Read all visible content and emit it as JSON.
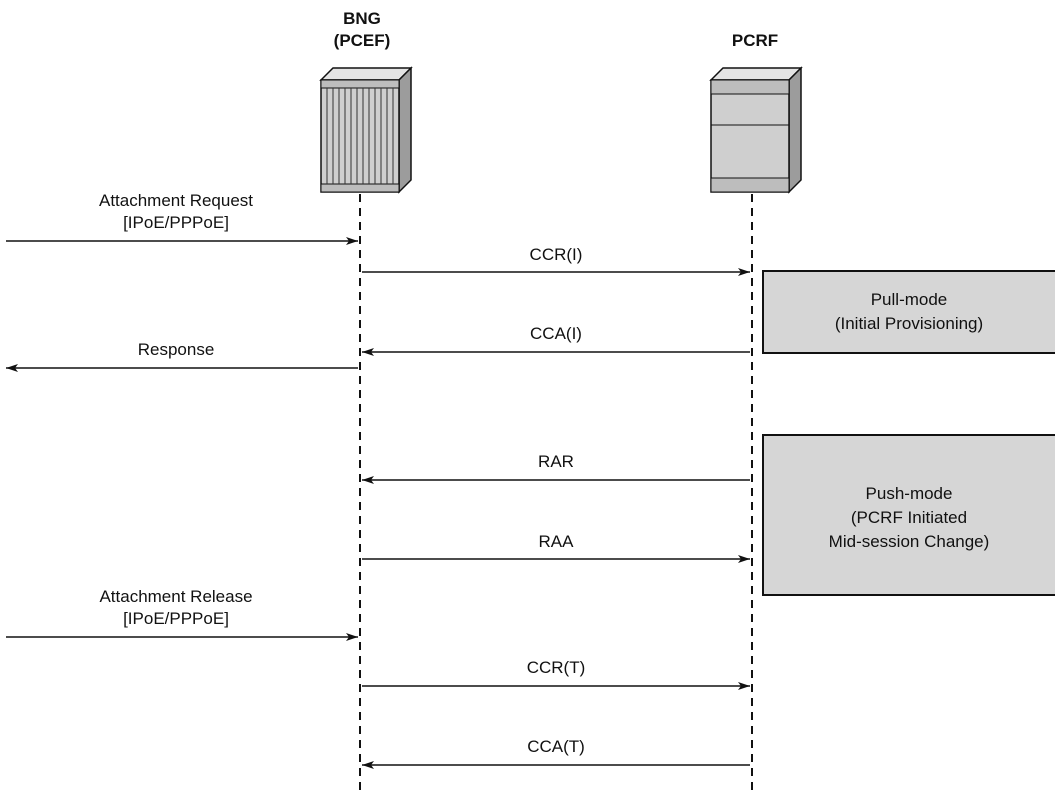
{
  "participants": {
    "bng": {
      "line1": "BNG",
      "line2": "(PCEF)",
      "icon": "router-chassis-icon"
    },
    "pcrf": {
      "line1": "PCRF",
      "icon": "server-icon"
    }
  },
  "external_messages": {
    "attach_request": {
      "line1": "Attachment Request",
      "line2": "[IPoE/PPPoE]"
    },
    "response": {
      "line1": "Response"
    },
    "attach_release": {
      "line1": "Attachment Release",
      "line2": "[IPoE/PPPoE]"
    }
  },
  "messages": {
    "ccr_i": "CCR(I)",
    "cca_i": "CCA(I)",
    "rar": "RAR",
    "raa": "RAA",
    "ccr_t": "CCR(T)",
    "cca_t": "CCA(T)"
  },
  "notes": {
    "pull": {
      "line1": "Pull-mode",
      "line2": "(Initial Provisioning)"
    },
    "push": {
      "line1": "Push-mode",
      "line2": "(PCRF Initiated",
      "line3": "Mid-session Change)"
    }
  },
  "colors": {
    "note_fill": "#d6d6d6",
    "chassis_fill": "#cfcfcf",
    "chassis_side": "#9c9c9c",
    "chassis_top": "#e4e4e4",
    "line": "#111111"
  }
}
